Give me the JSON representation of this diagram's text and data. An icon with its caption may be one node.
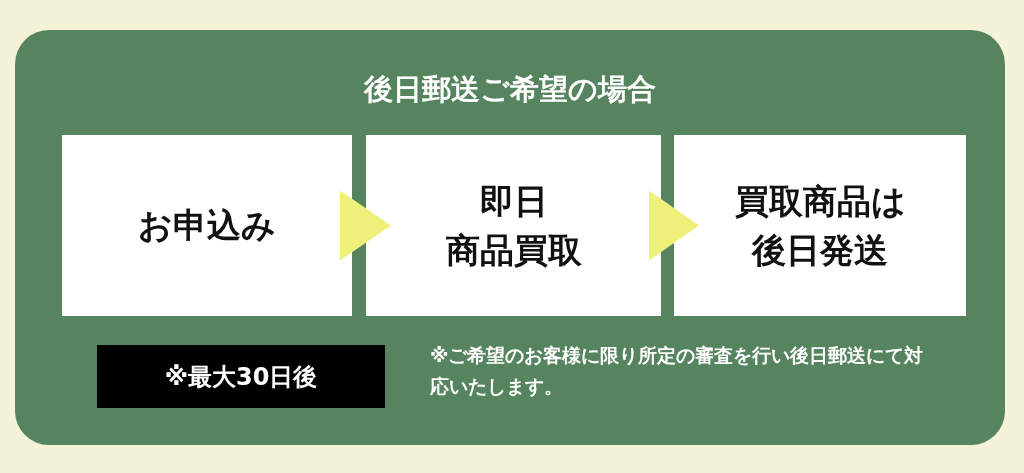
{
  "diagram": {
    "nodes": [
      {
        "text": [
          "後日郵送ご希望の場合"
        ]
      },
      {
        "text": [
          "お申込み"
        ],
        "in": 0
      },
      {
        "text": [
          "即日商品買取"
        ],
        "in": 0
      },
      {
        "text": [
          "買取商品は後日発送"
        ],
        "in": 0
      },
      {
        "text": [
          "※最大30日後"
        ],
        "in": 0
      }
    ],
    "edges": [
      {
        "from": 1,
        "to": 2,
        "arrow": "to"
      },
      {
        "from": 2,
        "to": 3,
        "arrow": "to"
      }
    ],
    "labels": [
      "※ご希望のお客様に限り所定の審査を行い後日郵送にて対応いたします。"
    ]
  }
}
